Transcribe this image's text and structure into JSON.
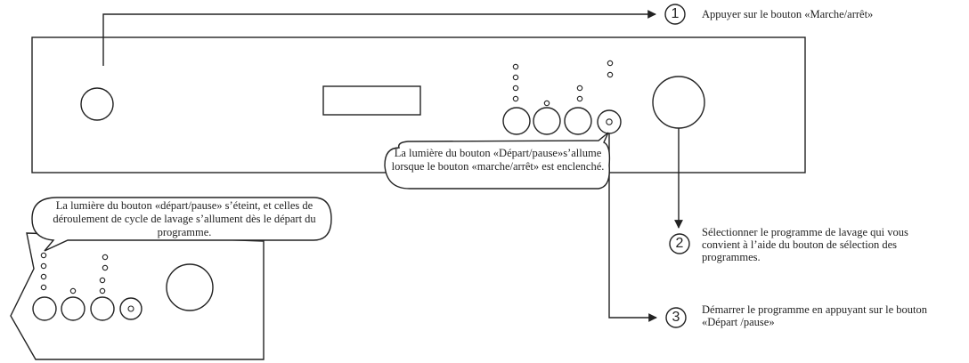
{
  "steps": [
    {
      "number": "1",
      "text": "Appuyer sur le bouton «Marche/arrêt»"
    },
    {
      "number": "2",
      "text": "Sélectionner le programme de lavage qui vous convient à l’aide du bouton de sélection des programmes."
    },
    {
      "number": "3",
      "text": "Démarrer le programme en appuyant sur le bouton «Départ /pause»"
    }
  ],
  "callouts": {
    "main_panel": "La lumière du bouton «Départ/pause»s’allume lorsque le bouton «marche/arrêt» est enclenché.",
    "detail_panel": "La lumière du bouton «départ/pause» s’éteint, et celles de déroulement de cycle de lavage s’allument dès le départ du programme."
  },
  "colors": {
    "line": "#222222",
    "fill": "#ffffff"
  }
}
